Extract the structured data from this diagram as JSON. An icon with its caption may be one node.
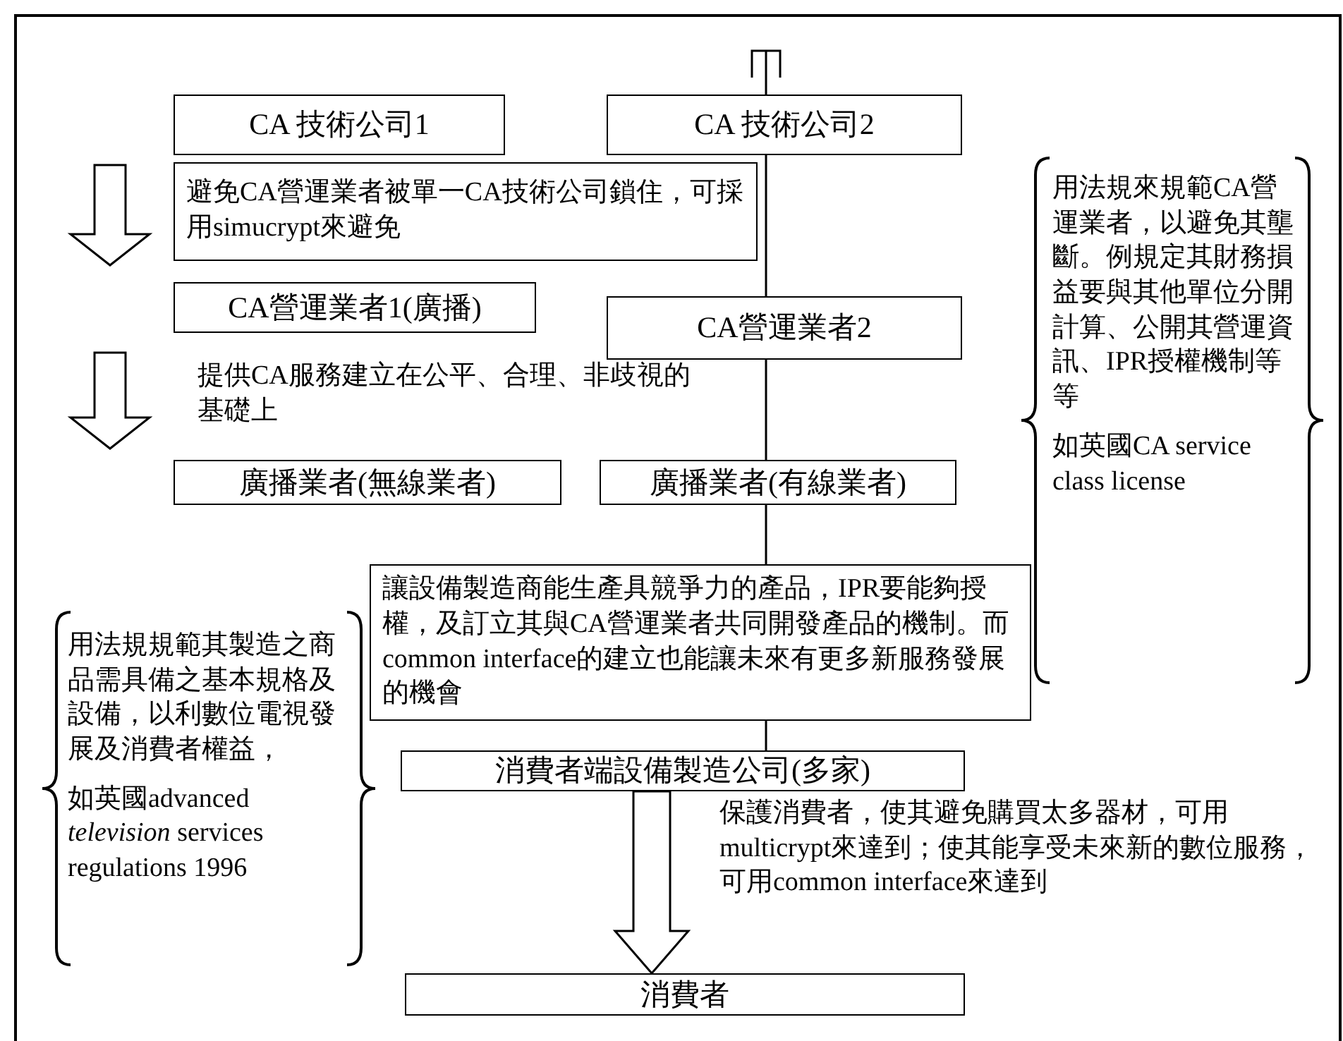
{
  "diagram": {
    "nodes": [
      {
        "text": [
          "CA 技術公司1"
        ]
      },
      {
        "text": [
          "CA 技術公司2"
        ]
      },
      {
        "text": [
          "避免CA營運業者被單一CA技術公司鎖住，可採用simucrypt來避免"
        ]
      },
      {
        "text": [
          "CA營運業者1(廣播)"
        ]
      },
      {
        "text": [
          "CA營運業者2"
        ]
      },
      {
        "text": [
          "廣播業者(無線業者)"
        ]
      },
      {
        "text": [
          "廣播業者(有線業者)"
        ]
      },
      {
        "text": [
          "讓設備製造商能生產具競爭力的產品，IPR要能夠授權，及訂立其與CA營運業者共同開發產品的機制。而common interface的建立也能讓未來有更多新服務發展的機會"
        ]
      },
      {
        "text": [
          "用法規來規範CA營運業者，以避免其壟斷。例規定其財務損益要與其他單位分開計算、公開其營運資訊、IPR授權機制等等",
          "如英國CA service class license"
        ]
      },
      {
        "text": [
          "用法規規範其製造之商品需具備之基本規格及設備，以利數位電視發展及消費者權益，",
          "如英國advanced *television* services regulations 1996"
        ]
      },
      {
        "text": [
          "消費者端設備製造公司(多家)"
        ]
      },
      {
        "text": [
          "消費者"
        ]
      }
    ],
    "edges": [
      {
        "from": 10,
        "to": 11,
        "arrow": "to"
      }
    ],
    "labels": [
      "提供CA服務建立在公平、合理、非歧視的基礎上",
      "保護消費者，使其避免購買太多器材，可用multicrypt來達到；使其能享受未來新的數位服務，可用common interface來達到"
    ]
  }
}
